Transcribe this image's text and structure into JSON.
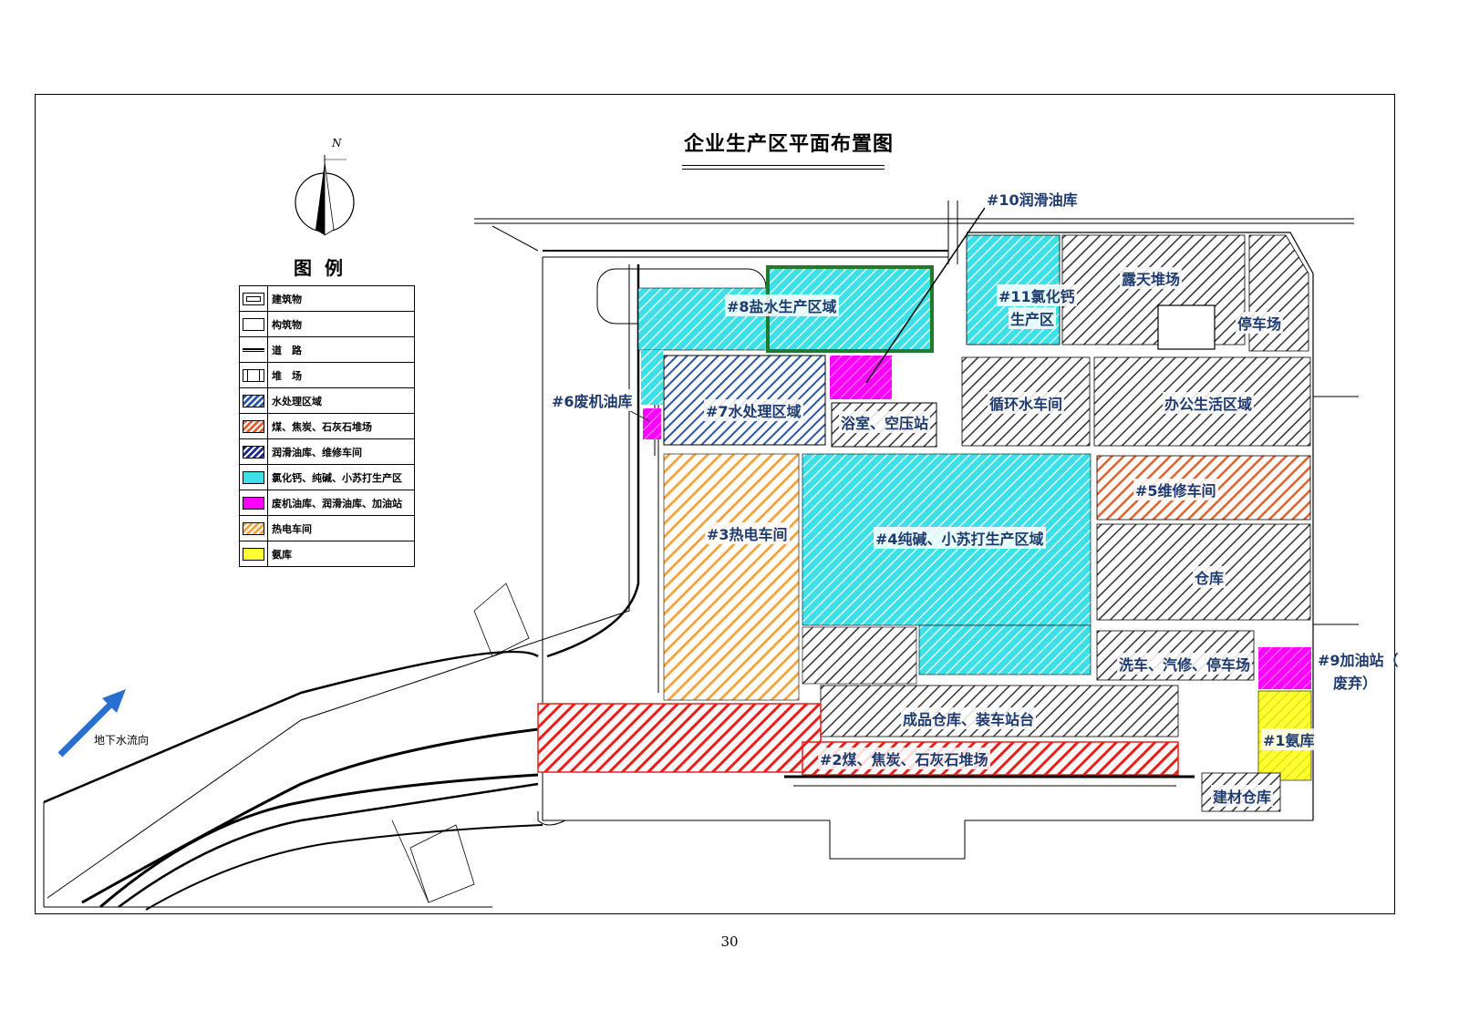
{
  "title": "企业生产区平面布置图",
  "page_number": "30",
  "compass": {
    "north_label": "N"
  },
  "flow_label": "地下水流向",
  "legend": {
    "title": "图例",
    "items": [
      {
        "label": "建筑物",
        "pattern": "building"
      },
      {
        "label": "构筑物",
        "pattern": "structure"
      },
      {
        "label": "道　路",
        "pattern": "road"
      },
      {
        "label": "堆　场",
        "pattern": "yard"
      },
      {
        "label": "水处理区域",
        "pattern": "hatch",
        "color": "#2a55a8"
      },
      {
        "label": "煤、焦炭、石灰石堆场",
        "pattern": "hatch",
        "color": "#e0622e"
      },
      {
        "label": "润滑油库、维修车间",
        "pattern": "hatch",
        "color": "#1b2a8a"
      },
      {
        "label": "氯化钙、纯碱、小苏打生产区",
        "pattern": "solid",
        "color": "#3ee0e8"
      },
      {
        "label": "废机油库、润滑油库、加油站",
        "pattern": "solid",
        "color": "#ff00ff"
      },
      {
        "label": "热电车间",
        "pattern": "hatch",
        "color": "#f4a23a"
      },
      {
        "label": "氨库",
        "pattern": "solid",
        "color": "#ffff33"
      }
    ]
  },
  "zones": {
    "z10": "#10润滑油库",
    "z11a": "#11氯化钙",
    "z11b": "生产区",
    "yard": "露天堆场",
    "parking": "停车场",
    "z8": "#8盐水生产区域",
    "z6": "#6废机油库",
    "z7": "#7水处理区域",
    "bath": "浴室、空压站",
    "cool": "循环水车间",
    "office": "办公生活区域",
    "z5": "#5维修车间",
    "z3": "#3热电车间",
    "z4": "#4纯碱、小苏打生产区域",
    "warehouse": "仓库",
    "wash": "洗车、汽修、停车场",
    "z9a": "#9加油站（",
    "z9b": "废弃）",
    "finished": "成品仓库、装车站台",
    "z1": "#1氨库",
    "z2": "#2煤、焦炭、石灰石堆场",
    "material": "建材仓库"
  },
  "colors": {
    "cyan": "#3ee0e8",
    "blue": "#2a55a8",
    "orange": "#f4a23a",
    "red": "#e8201c",
    "magenta": "#ff00ff",
    "yellow": "#ffff33",
    "salmon": "#e0622e",
    "green": "#1f7a2e",
    "label": "#1f3a6e"
  }
}
